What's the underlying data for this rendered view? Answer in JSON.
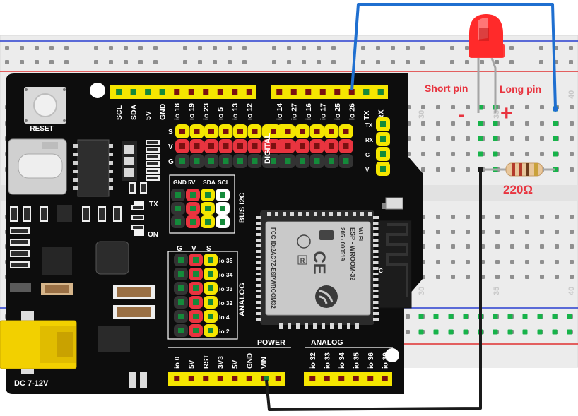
{
  "board": {
    "reset_label": "RESET",
    "dc_label": "DC 7-12V",
    "tx_label": "TX",
    "on_label": "ON",
    "top_header_labels": [
      "SCL",
      "SDA",
      "5V",
      "GND",
      "io 18",
      "io 19",
      "io 23",
      "io 5",
      "io 13",
      "io 12"
    ],
    "digital_header_labels": [
      "io 14",
      "io 27",
      "io 16",
      "io 17",
      "io 25",
      "io 26",
      "TX",
      "RX"
    ],
    "digital_label": "DIGITAL",
    "side_labels": [
      "TX",
      "RX",
      "G",
      "V"
    ],
    "svg_labels": [
      "S",
      "V",
      "G"
    ],
    "bus_i2c_label": "BUS I2C",
    "bus_i2c_headers": [
      "GND",
      "5V",
      "SDA",
      "SCL"
    ],
    "analog_label": "ANALOG",
    "analog_side_headers": [
      "G",
      "V",
      "S"
    ],
    "analog_side_labels": [
      "io 35",
      "io 34",
      "io 33",
      "io 32",
      "io 4",
      "io 2"
    ],
    "power_label": "POWER",
    "analog_bottom_label": "ANALOG",
    "bottom_power_labels": [
      "io 0",
      "5V",
      "RST",
      "3V3",
      "5V",
      "GND",
      "VIN"
    ],
    "bottom_analog_labels": [
      "io 32",
      "io 33",
      "io 34",
      "io 35",
      "io 36",
      "io 39"
    ],
    "module": {
      "line1": "ESP - WROOM-32",
      "line2": "205 - 000519",
      "line3": "FCC ID:2AC7Z-ESPWROOM32",
      "wifi": "Wi Fi",
      "ce": "CE",
      "r_mark": "R",
      "c_mark": "C"
    }
  },
  "breadboard": {
    "col_numbers_top": [
      "30",
      "35",
      "40"
    ],
    "col_numbers_bottom": [
      "30",
      "35",
      "40"
    ]
  },
  "annotations": {
    "short_pin": "Short pin",
    "long_pin": "Long pin",
    "minus": "-",
    "plus": "+",
    "resistor": "220Ω"
  },
  "colors": {
    "board": "#0d0d0d",
    "header_yellow": "#f5e600",
    "header_red": "#e8343f",
    "annotation_red": "#e8343f",
    "wire_blue": "#1f6fd0",
    "wire_black": "#1a1a1a",
    "breadboard": "#ececec",
    "rail_red": "#e03030",
    "rail_blue": "#2a3fd0",
    "led_red": "#ff2a2a"
  },
  "icons": [
    "wifi-logo-icon",
    "ce-mark-icon",
    "registered-mark-icon",
    "fcc-logo-icon",
    "esp-logo-icon",
    "antenna-icon"
  ]
}
